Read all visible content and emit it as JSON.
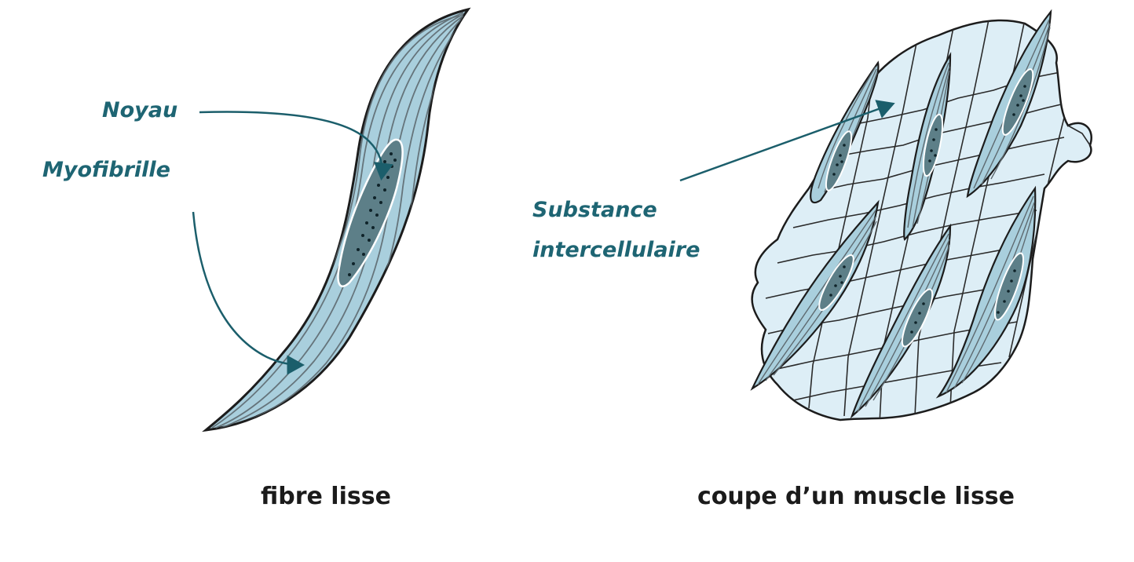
{
  "figure": {
    "left_panel": {
      "labels": {
        "noyau": "Noyau",
        "myofibrille": "Myofibrille"
      },
      "caption": "fibre lisse"
    },
    "right_panel": {
      "labels": {
        "substance_line1": "Substance",
        "substance_line2": "intercellulaire"
      },
      "caption": "coupe d’un muscle lisse"
    },
    "colors": {
      "fiber_fill": "#a9cfdd",
      "fiber_stroke": "#1c1c1c",
      "myofibril_line": "#5e6a70",
      "nucleus_fill": "#5d7f88",
      "nucleus_outline": "#ffffff",
      "cell_fill": "#ddeef6",
      "cell_line": "#2a2a2a",
      "label_color": "#1e6573",
      "arrow_color": "#1b5e6b"
    }
  }
}
